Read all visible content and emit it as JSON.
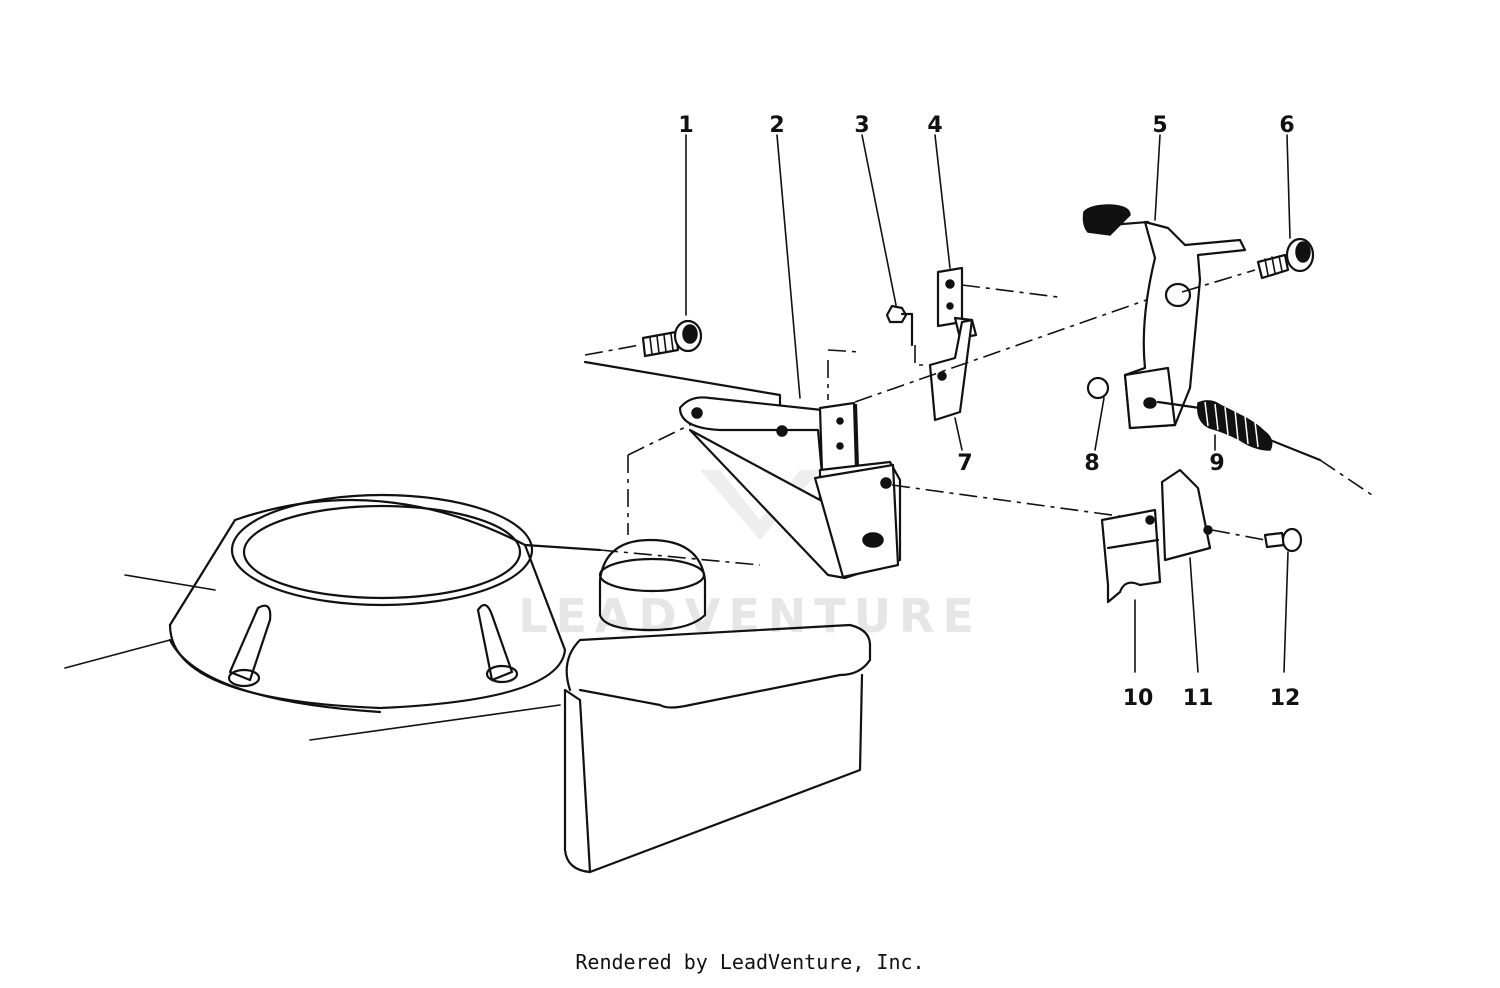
{
  "diagram": {
    "callouts": [
      "1",
      "2",
      "3",
      "4",
      "5",
      "6",
      "7",
      "8",
      "9",
      "10",
      "11",
      "12"
    ],
    "watermark": "LEADVENTURE",
    "credit": "Rendered by LeadVenture, Inc."
  }
}
